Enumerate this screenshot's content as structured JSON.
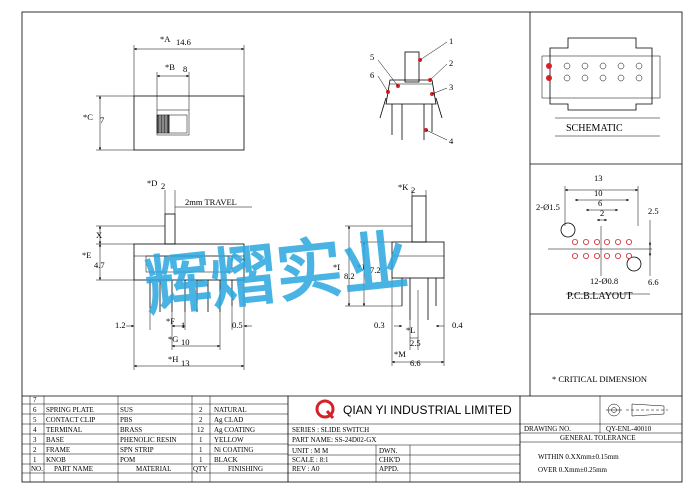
{
  "dims": {
    "A": "*A",
    "A_val": "14.6",
    "B": "*B",
    "B_val": "8",
    "C": "*C",
    "C_val": "7",
    "D": "*D",
    "D_val": "2",
    "travel": "2mm TRAVEL",
    "X": "X",
    "E": "*E",
    "E_val": "4.7",
    "F": "*F",
    "F_val": "1",
    "G": "*G",
    "G_val": "10",
    "H": "*H",
    "H_val": "13",
    "left_1_2": "1.2",
    "right_0_5": "0.5",
    "K": "*K",
    "K_val": "2",
    "I": "*I",
    "I_val": "8.2",
    "J": "*J",
    "J_val": "7.2",
    "d03": "0.3",
    "d04": "0.4",
    "L": "*L",
    "L_val": "2.5",
    "M": "*M",
    "M_val": "6.6"
  },
  "callouts": [
    "1",
    "2",
    "3",
    "4",
    "5",
    "6"
  ],
  "schematic_label": "SCHEMATIC",
  "pcb": {
    "d13": "13",
    "d10": "10",
    "d6": "6",
    "d2": "2",
    "hole15": "2-Ø1.5",
    "d25": "2.5",
    "hole08": "12-Ø0.8",
    "d66": "6.6",
    "label": "P.C.B.LAYOUT"
  },
  "watermark": "辉熠实业",
  "critical": "* CRITICAL  DIMENSION",
  "bom": [
    {
      "no": "7",
      "part": "",
      "mat": "",
      "qty": "",
      "fin": ""
    },
    {
      "no": "6",
      "part": "SPRING PLATE",
      "mat": "SUS",
      "qty": "2",
      "fin": "NATURAL"
    },
    {
      "no": "5",
      "part": "CONTACT CLIP",
      "mat": "PBS",
      "qty": "2",
      "fin": "Ag CLAD"
    },
    {
      "no": "4",
      "part": "TERMINAL",
      "mat": "BRASS",
      "qty": "12",
      "fin": "Ag COATING"
    },
    {
      "no": "3",
      "part": "BASE",
      "mat": "PHENOLIC RESIN",
      "qty": "1",
      "fin": "YELLOW"
    },
    {
      "no": "2",
      "part": "FRAME",
      "mat": "SPN STRIP",
      "qty": "1",
      "fin": "Ni COATING"
    },
    {
      "no": "1",
      "part": "KNOB",
      "mat": "POM",
      "qty": "1",
      "fin": "BLACK"
    }
  ],
  "bom_header": {
    "no": "NO.",
    "part": "PART NAME",
    "mat": "MATERIAL",
    "qty": "QTY",
    "fin": "FINISHING"
  },
  "company": "QIAN  YI  INDUSTRIAL  LIMITED",
  "series": "SERIES : SLIDE SWITCH",
  "part_name": "PART NAME: SS-24D02-GX",
  "unit": "UNIT : M M",
  "scale": "SCALE : 8:1",
  "rev": "REV  : A0",
  "dwn": "DWN.",
  "chkd": "CHK'D",
  "appd": "APPD.",
  "drawing_no_label": "DRAWING NO.",
  "drawing_no": "QY-ENL-40010",
  "tolerance_title": "GENERAL TOLERANCE",
  "tol1": "WITHIN  0.XXmm±0.15mm",
  "tol2": "OVER    0.Xmm±0.25mm"
}
